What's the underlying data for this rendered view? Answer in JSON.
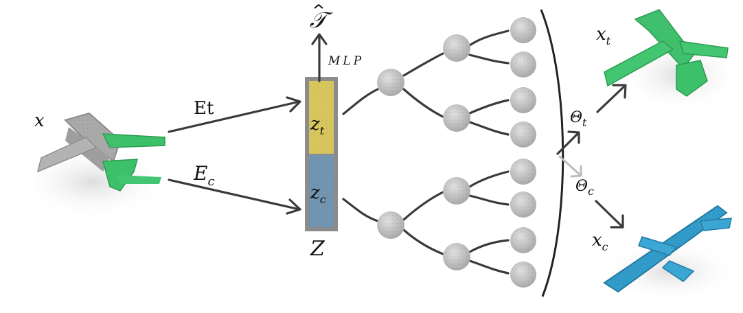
{
  "labels": {
    "input": "x",
    "encoder_t": "Et",
    "encoder_c": "E",
    "encoder_c_sub": "c",
    "t_hat": "𝒯",
    "mlp": "MLP",
    "z_t": "z",
    "z_t_sub": "t",
    "z_c": "z",
    "z_c_sub": "c",
    "latent": "Z",
    "theta_t": "Θ",
    "theta_t_sub": "t",
    "theta_c": "Θ",
    "theta_c_sub": "c",
    "output_t": "x",
    "output_t_sub": "t",
    "output_c": "x",
    "output_c_sub": "c"
  },
  "colors": {
    "texture_yellow": "#d9c65a",
    "content_blue": "#6f93b0",
    "bar_border": "#8c8c8c",
    "node_gray": "#c8c8c8",
    "plane_gray": "#a6a6a6",
    "plane_green": "#3cc06a",
    "plane_blue": "#2e9ac9"
  },
  "icons": {
    "input_shape": "airplane-point-cloud-gray-green",
    "output_t_shape": "airplane-point-cloud-green",
    "output_c_shape": "airplane-point-cloud-blue",
    "tree_node": "circle-node"
  }
}
